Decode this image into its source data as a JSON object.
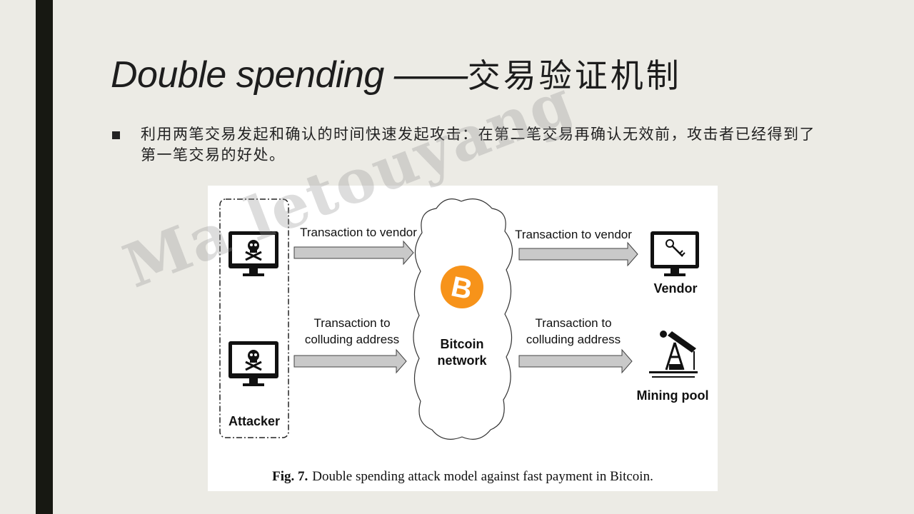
{
  "slide": {
    "title_en": "Double spending",
    "title_dash": " ——",
    "title_cn": "交易验证机制",
    "bullet": "利用两笔交易发起和确认的时间快速发起攻击：在第二笔交易再确认无效前，攻击者已经得到了第一笔交易的好处。"
  },
  "figure": {
    "attacker_label": "Attacker",
    "arrow_top_left": "Transaction to vendor",
    "arrow_bottom_left_1": "Transaction to",
    "arrow_bottom_left_2": "colluding address",
    "network_line1": "Bitcoin",
    "network_line2": "network",
    "arrow_top_right": "Transaction to vendor",
    "arrow_bottom_right_1": "Transaction to",
    "arrow_bottom_right_2": "colluding address",
    "vendor_label": "Vendor",
    "pool_label": "Mining pool",
    "caption_prefix": "Fig. 7.",
    "caption_text": "Double spending attack model against fast payment in Bitcoin.",
    "bitcoin_color": "#f7931a",
    "arrow_fill": "#c9c9c9"
  },
  "watermark": "Ma          letouyang"
}
